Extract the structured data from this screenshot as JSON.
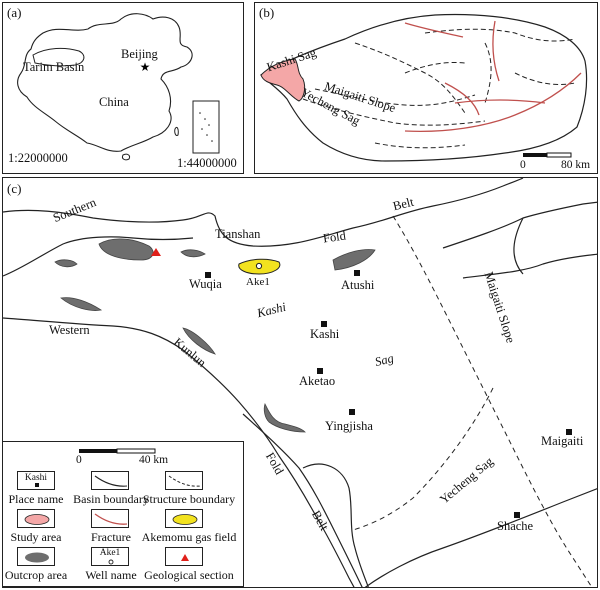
{
  "panel_a": {
    "label": "(a)",
    "places": {
      "tarim": "Tarim Basin",
      "beijing": "Beijing",
      "china": "China"
    },
    "scale_main": "1:22000000",
    "scale_inset": "1:44000000"
  },
  "panel_b": {
    "label": "(b)",
    "places": {
      "kashi_sag": "Kashi Sag",
      "maigaiti_slope": "Maigaiti Slope",
      "yecheng_sag": "Yecheng Sag"
    },
    "scale": {
      "zero": "0",
      "distance": "80 km"
    }
  },
  "panel_c": {
    "label": "(c)",
    "regions": {
      "southern": "Southern",
      "tianshan": "Tianshan",
      "fold": "Fold",
      "belt_top": "Belt",
      "western": "Western",
      "kunlun": "Kunlun",
      "fold_bottom": "Fold",
      "belt_bottom": "Belt",
      "kashi_sag_kashi": "Kashi",
      "kashi_sag_sag": "Sag",
      "maigaiti_slope": "Maigaiti Slope",
      "yecheng_sag": "Yecheng Sag"
    },
    "places": {
      "wuqia": "Wuqia",
      "atushi": "Atushi",
      "kashi": "Kashi",
      "aketao": "Aketao",
      "yingjisha": "Yingjisha",
      "maigaiti": "Maigaiti",
      "shache": "Shache"
    },
    "well": "Ake1",
    "scale": {
      "zero": "0",
      "distance": "40 km"
    }
  },
  "legend": {
    "items": [
      {
        "label": "Place name",
        "sample": "Kashi"
      },
      {
        "label": "Basin boundary"
      },
      {
        "label": "Structure boundary"
      },
      {
        "label": "Study area"
      },
      {
        "label": "Fracture"
      },
      {
        "label": "Akemomu gas field"
      },
      {
        "label": "Outcrop area"
      },
      {
        "label": "Well name",
        "sample": "Ake1"
      },
      {
        "label": "Geological section"
      }
    ]
  },
  "colors": {
    "study_area": "#f4a7a7",
    "fracture": "#c0504d",
    "gas_field": "#f2e21f",
    "outcrop": "#6e6e6e",
    "section_marker": "#e0201a"
  }
}
